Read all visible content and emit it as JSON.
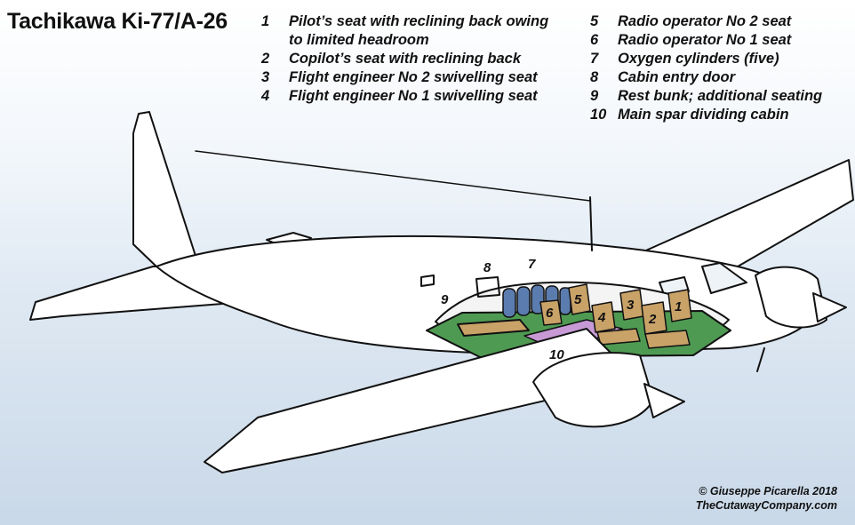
{
  "title": "Tachikawa Ki-77/A-26",
  "legend": [
    {
      "num": "1",
      "lines": [
        "Pilot’s seat with reclining back owing",
        "to limited headroom"
      ]
    },
    {
      "num": "2",
      "lines": [
        "Copilot’s seat with reclining back"
      ]
    },
    {
      "num": "3",
      "lines": [
        "Flight engineer No 2 swivelling seat"
      ]
    },
    {
      "num": "4",
      "lines": [
        "Flight engineer No 1 swivelling seat"
      ]
    },
    {
      "num": "5",
      "lines": [
        "Radio operator No 2 seat"
      ]
    },
    {
      "num": "6",
      "lines": [
        "Radio operator No 1 seat"
      ]
    },
    {
      "num": "7",
      "lines": [
        "Oxygen cylinders (five)"
      ]
    },
    {
      "num": "8",
      "lines": [
        "Cabin entry door"
      ]
    },
    {
      "num": "9",
      "lines": [
        "Rest bunk; additional seating"
      ]
    },
    {
      "num": "10",
      "lines": [
        "Main spar dividing cabin"
      ]
    }
  ],
  "callouts": {
    "c1": "1",
    "c2": "2",
    "c3": "3",
    "c4": "4",
    "c5": "5",
    "c6": "6",
    "c7": "7",
    "c8": "8",
    "c9": "9",
    "c10": "10"
  },
  "credit": {
    "line1": "© Giuseppe Picarella 2018",
    "line2": "TheCutawayCompany.com"
  },
  "colors": {
    "airframe": "#ffffff",
    "outline": "#111111",
    "floor": "#4f9a52",
    "seat": "#c9a268",
    "cylinder": "#5b7cae",
    "spar": "#c79ad6"
  }
}
